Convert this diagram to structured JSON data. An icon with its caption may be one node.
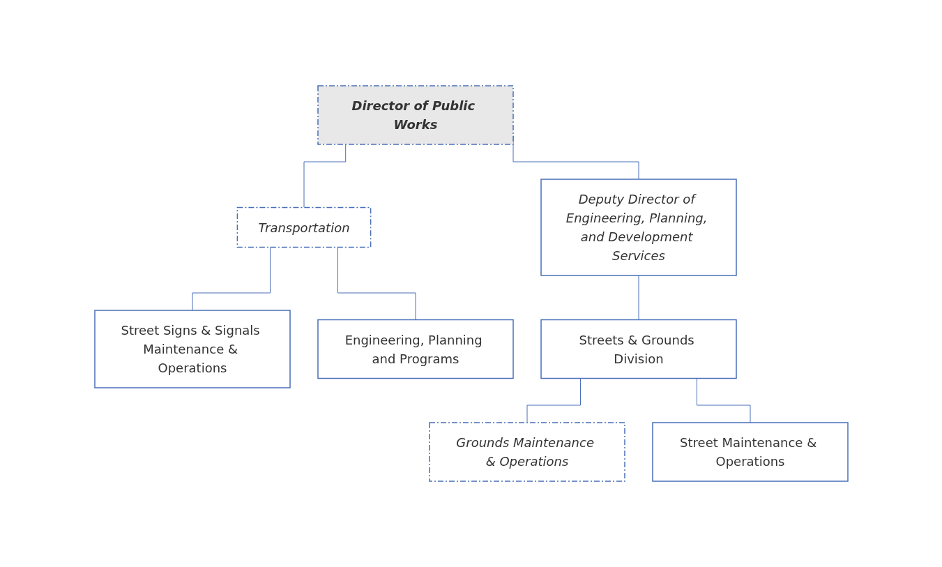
{
  "diagram": {
    "nodes": [
      {
        "text": [
          "Director of Public Works"
        ]
      },
      {
        "text": [
          "Transportation"
        ]
      },
      {
        "text": [
          "Deputy Director of Engineering, Planning, and Development Services"
        ]
      },
      {
        "text": [
          "Street Signs & Signals Maintenance & Operations"
        ]
      },
      {
        "text": [
          "Engineering, Planning and Programs"
        ]
      },
      {
        "text": [
          "Streets & Grounds Division"
        ]
      },
      {
        "text": [
          "Grounds Maintenance & Operations"
        ]
      },
      {
        "text": [
          "Street Maintenance & Operations"
        ]
      }
    ],
    "edges": [
      {
        "from": 0,
        "to": 1,
        "arrow": "none"
      },
      {
        "from": 0,
        "to": 2,
        "arrow": "none"
      },
      {
        "from": 1,
        "to": 3,
        "arrow": "none"
      },
      {
        "from": 1,
        "to": 4,
        "arrow": "none"
      },
      {
        "from": 2,
        "to": 5,
        "arrow": "none"
      },
      {
        "from": 5,
        "to": 6,
        "arrow": "none"
      },
      {
        "from": 5,
        "to": 7,
        "arrow": "none"
      }
    ]
  }
}
